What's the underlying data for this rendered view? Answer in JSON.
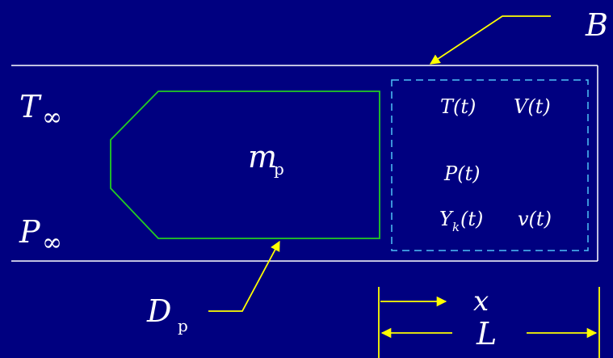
{
  "labels": {
    "boundary": {
      "main": "B",
      "sub": ""
    },
    "ambient_temperature": {
      "main": "T",
      "sub": "∞"
    },
    "ambient_pressure": {
      "main": "P",
      "sub": "∞"
    },
    "particle_mass": {
      "main": "m",
      "sub": "p"
    },
    "particle_diameter": {
      "main": "D",
      "sub": "p"
    },
    "temperature": "T(t)",
    "volume": "V(t)",
    "pressure": "P(t)",
    "species_fraction": {
      "main": "Y",
      "sub": "k",
      "rest": "(t)"
    },
    "specific_volume": "v(t)",
    "position": "x",
    "length": "L"
  },
  "colors": {
    "background": "#000080",
    "wall": "#ffffff",
    "particle": "#22cc22",
    "control_volume": "#4fc3f7",
    "annotation": "#ffff00",
    "text": "#ffffff"
  },
  "icons": {
    "boundary_pointer": "arrow-icon",
    "diameter_pointer": "arrow-icon",
    "x_arrow": "arrow-right-icon",
    "length_left": "arrow-left-icon",
    "length_right": "arrow-right-icon"
  }
}
